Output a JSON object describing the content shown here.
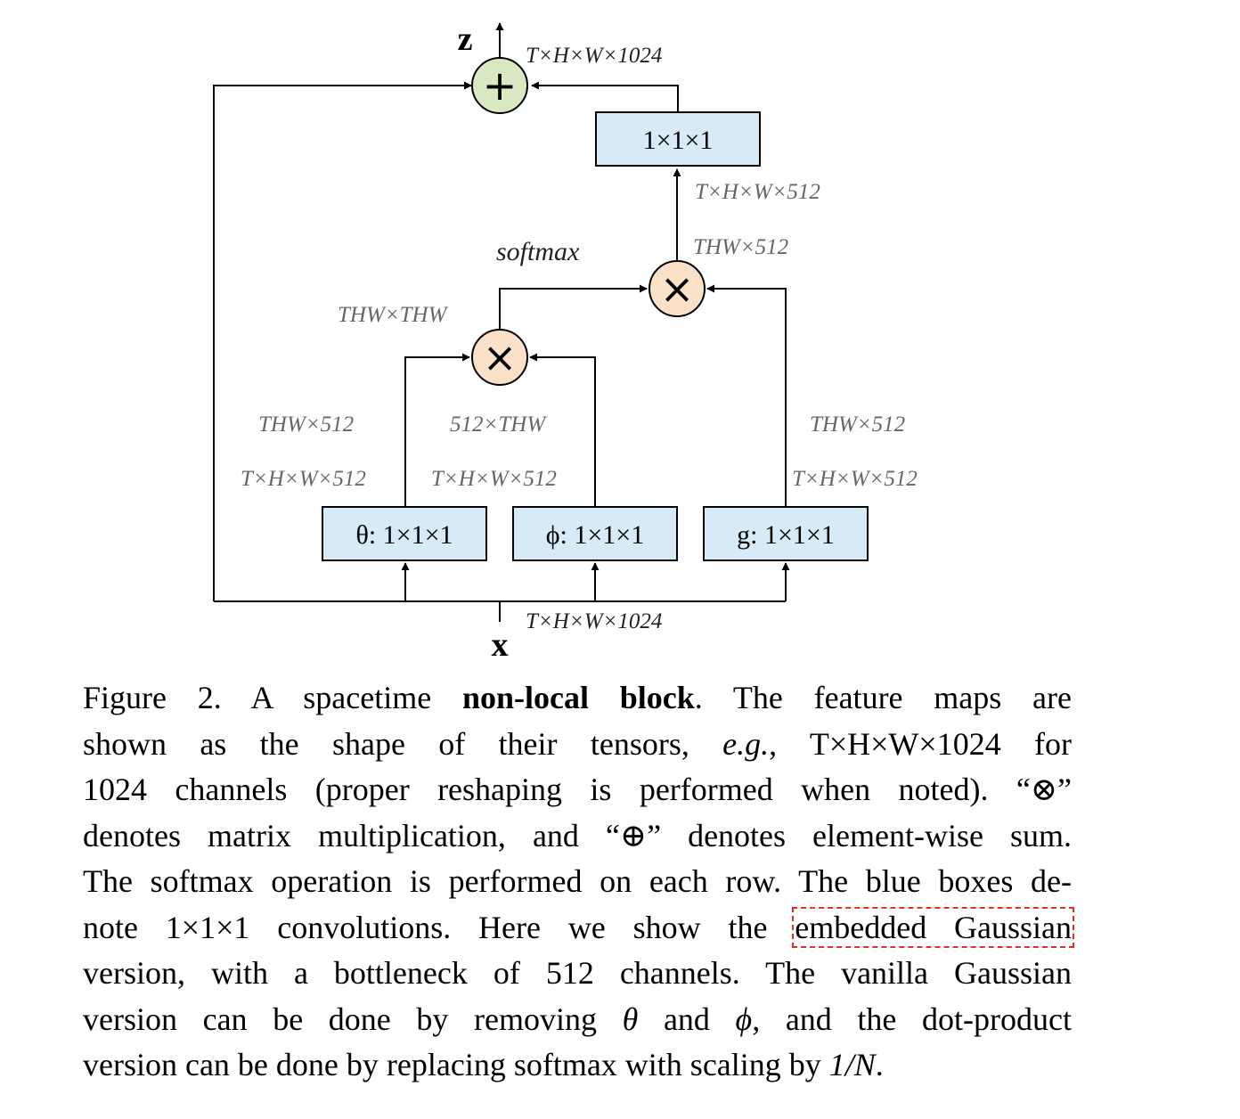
{
  "diagram": {
    "output_label": "z",
    "input_label": "x",
    "sum_symbol": "+",
    "matmul_symbol": "×",
    "out_shape_label": "T×H×W×1024",
    "in_shape_label": "T×H×W×1024",
    "top_box": "1×1×1",
    "theta_box": "θ: 1×1×1",
    "phi_box": "ϕ: 1×1×1",
    "g_box": "g: 1×1×1",
    "softmax_label": "softmax",
    "top_shape_1": "T×H×W×512",
    "top_shape_2": "THW×512",
    "attn_shape": "THW×THW",
    "theta_shape_1": "THW×512",
    "theta_shape_2": "T×H×W×512",
    "phi_shape_1": "512×THW",
    "phi_shape_2": "T×H×W×512",
    "g_shape_1": "THW×512",
    "g_shape_2": "T×H×W×512",
    "colors": {
      "blue_box": "#d6eaf8",
      "sum_node": "#d8e8c0",
      "matmul_node": "#fbe1c8",
      "highlight": "#e0321e"
    }
  },
  "caption": {
    "l1_a": "Figure 2. A spacetime ",
    "l1_b": "non-local block",
    "l1_c": ".  The feature maps are",
    "l2_a": "shown as the shape of their tensors, ",
    "l2_b": "e.g.",
    "l2_c": ", T×H×W×1024 for",
    "l3": "1024 channels (proper reshaping is performed when noted). “⊗”",
    "l4": "denotes matrix multiplication, and “⊕” denotes element-wise sum.",
    "l5": "The softmax operation is performed on each row. The blue boxes de-",
    "l6_a": "note 1×1×1 convolutions. Here we show the ",
    "l6_b": "embedded Gaussian",
    "l7": "version, with a bottleneck of 512 channels. The vanilla Gaussian",
    "l8_a": "version can be done by removing ",
    "l8_b": "θ",
    "l8_c": " and ",
    "l8_d": "ϕ",
    "l8_e": ", and the dot-product",
    "l9_a": "version can be done by replacing softmax with scaling by ",
    "l9_b": "1/N",
    "l9_c": "."
  }
}
